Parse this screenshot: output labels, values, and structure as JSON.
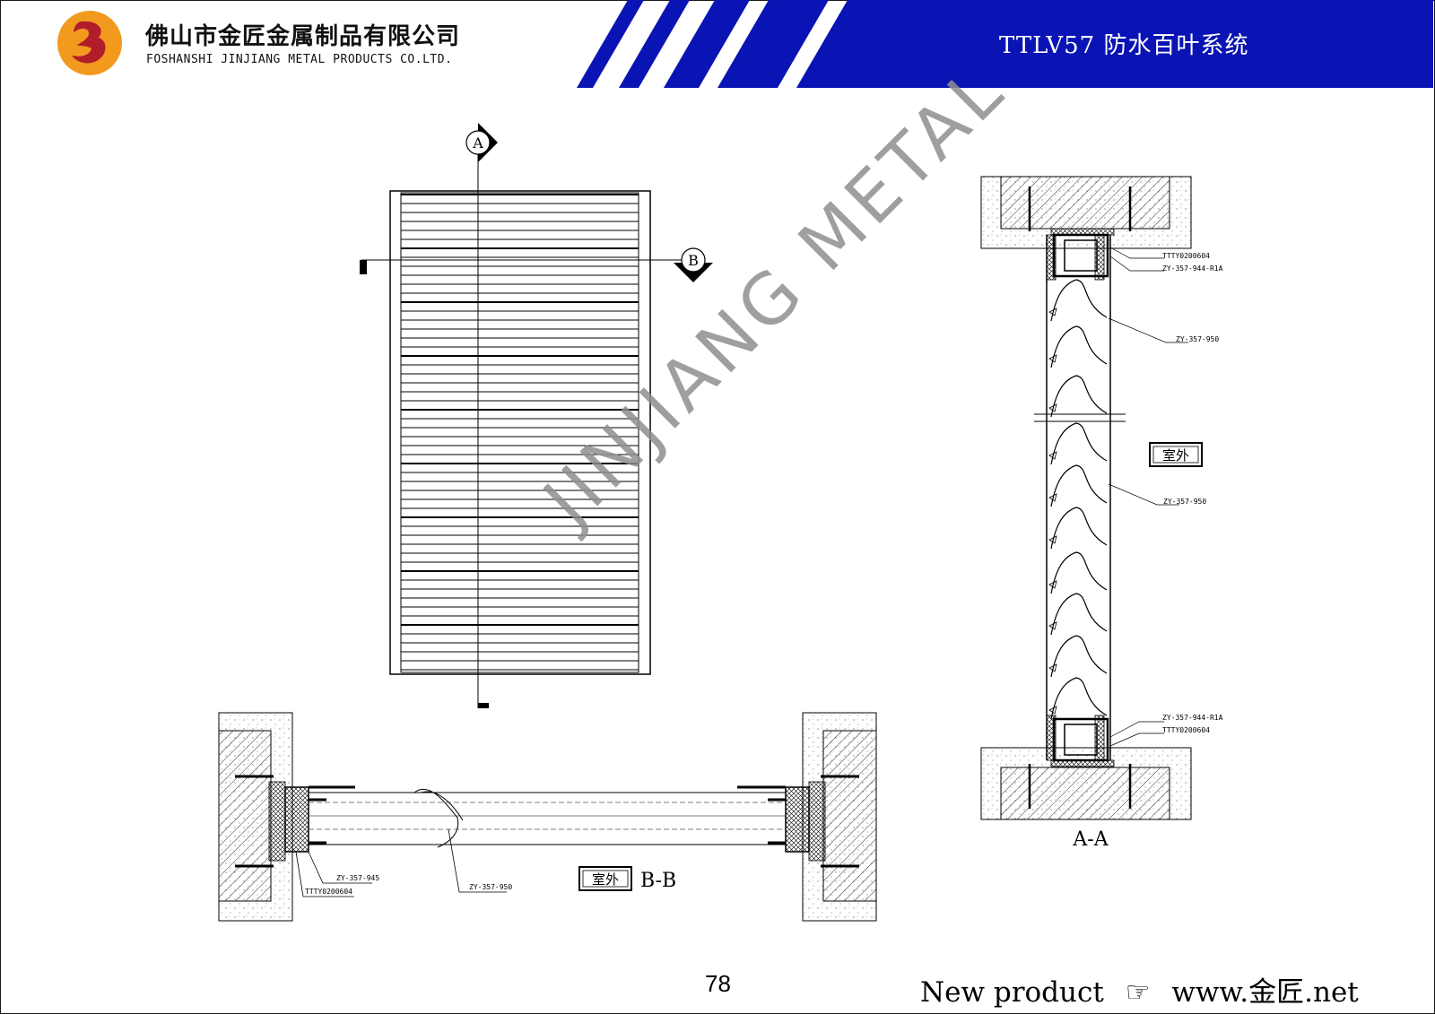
{
  "header": {
    "company_cn": "佛山市金匠金属制品有限公司",
    "company_en": "FOSHANSHI JINJIANG METAL PRODUCTS CO.LTD.",
    "system_title": "TTLV57 防水百叶系统"
  },
  "drawing": {
    "section_marker_a": "A",
    "section_marker_b": "B",
    "section_aa_title": "A-A",
    "section_bb_title": "B-B",
    "outdoor_label_bb": "室外",
    "outdoor_label_aa": "室外",
    "part_labels_aa": [
      "TTTY0200604",
      "ZY-357-944-R1A",
      "ZY-357-950",
      "ZY-357-950",
      "ZY-357-944-R1A",
      "TTTY0200604"
    ],
    "part_labels_bb": [
      "ZY-357-945",
      "TTTY0200604",
      "ZY-357-950"
    ]
  },
  "watermark": "JINJIANG METAL",
  "footer": {
    "page_number": "78",
    "text_prefix": "New product",
    "hand_icon": "☞",
    "website": "www.金匠.net"
  },
  "colors": {
    "header_blue": "#0a14b4",
    "logo_orange": "#f29a1e",
    "logo_red": "#b11d2a",
    "watermark_gray": "#8f8f8f"
  }
}
